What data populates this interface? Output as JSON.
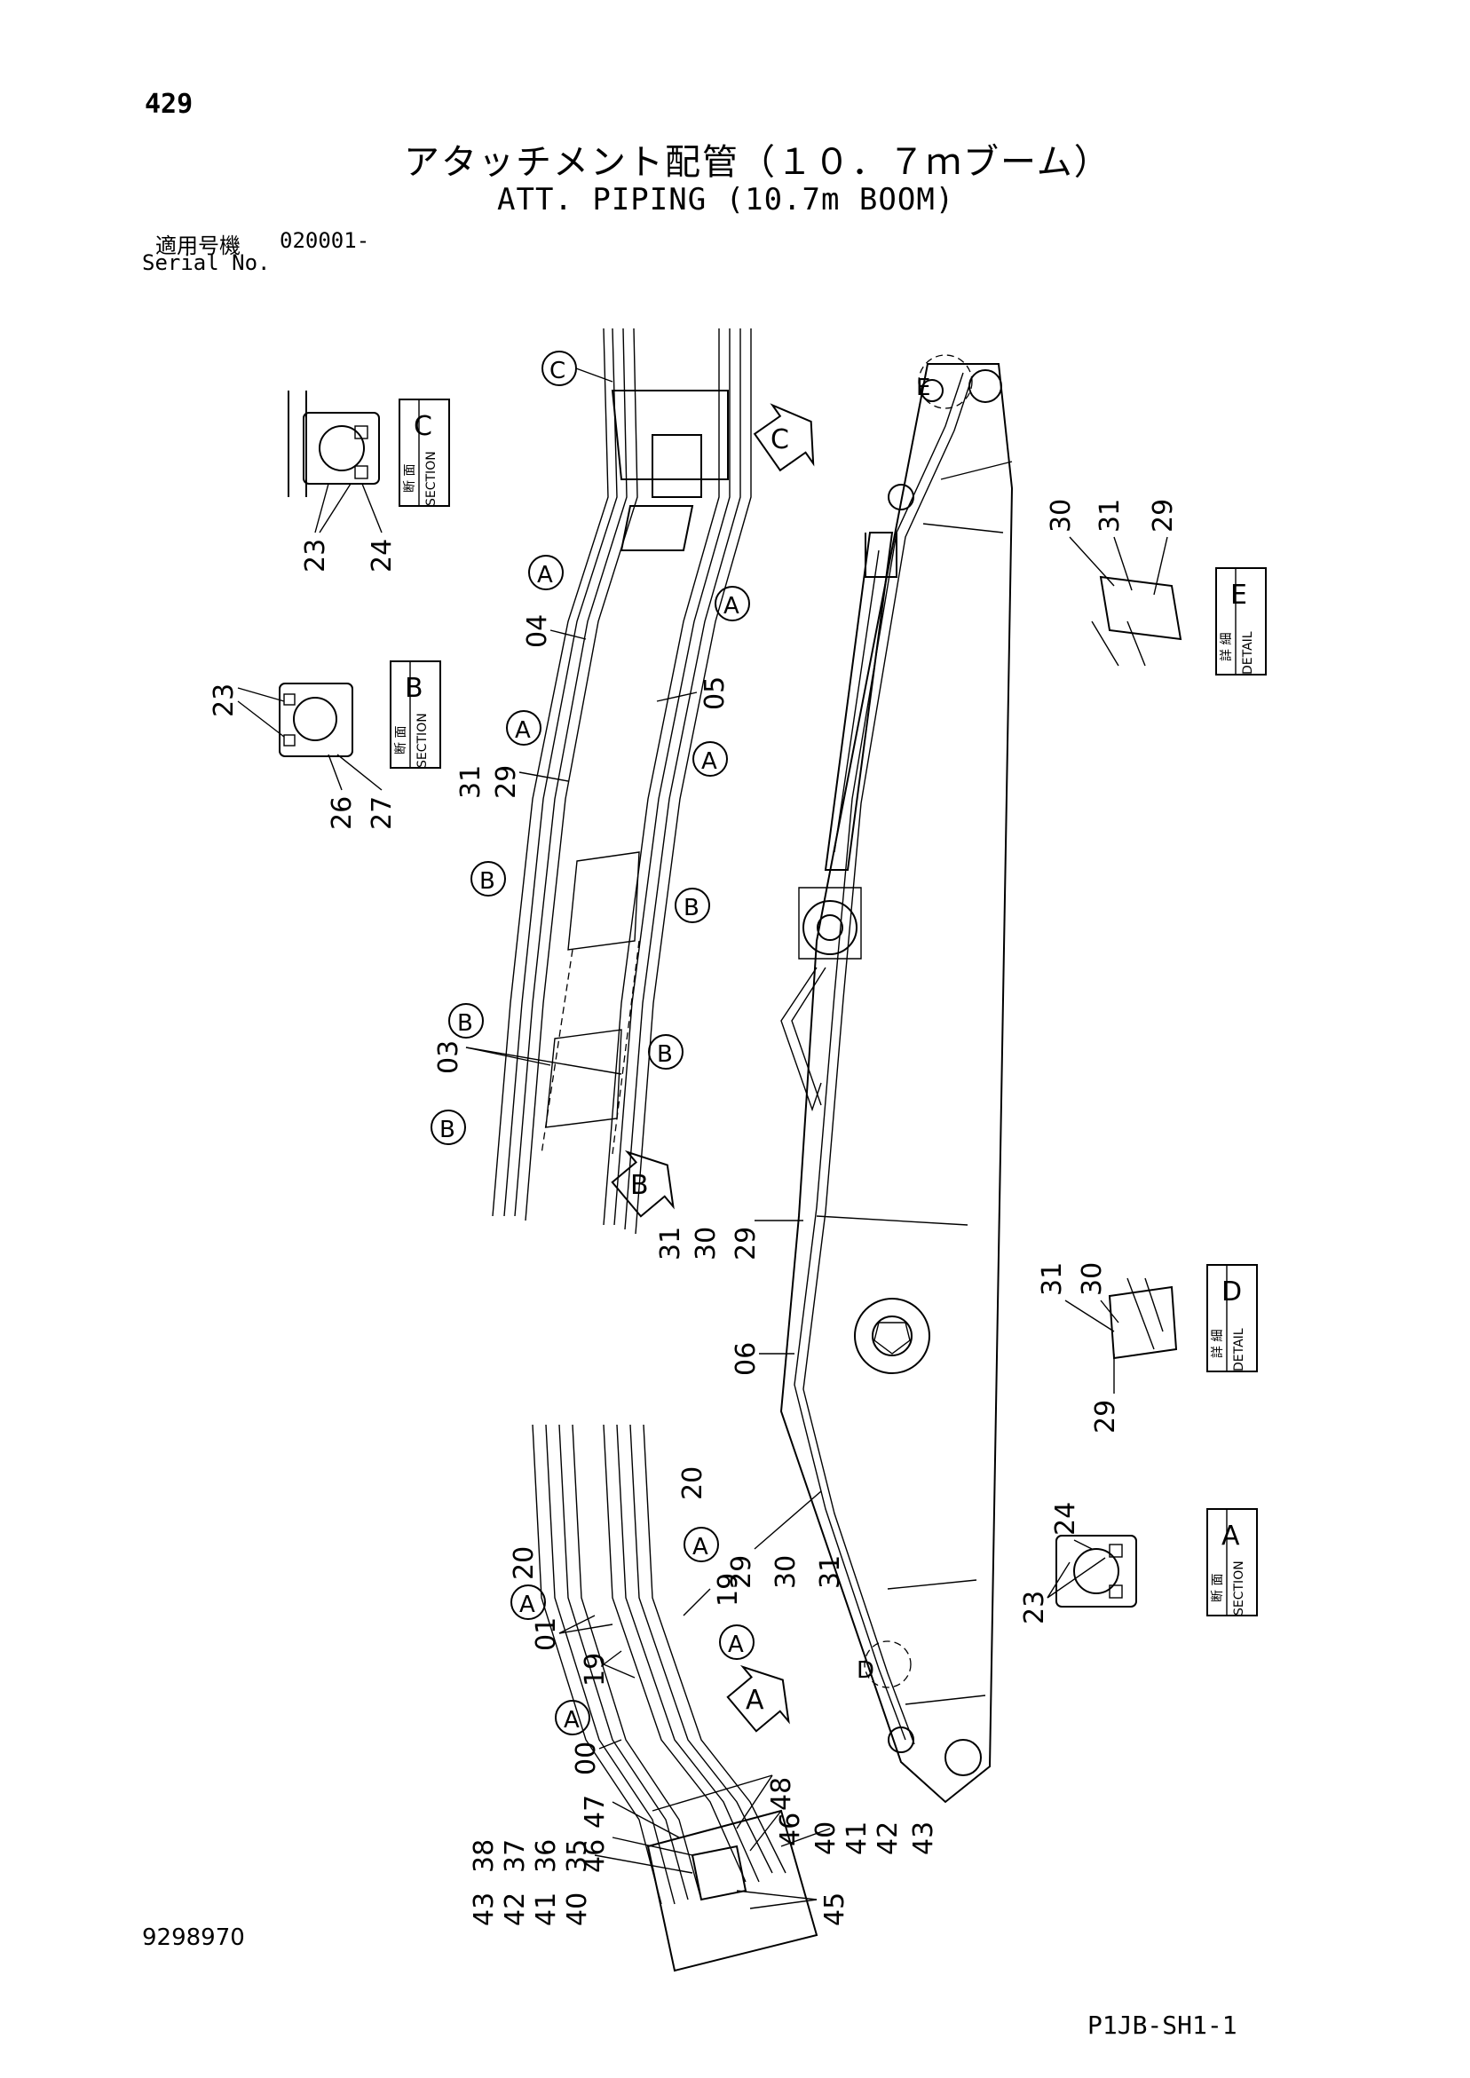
{
  "header": {
    "page_number": "429",
    "title_jp": "アタッチメント配管（１０．７ｍブーム）",
    "title_en": "ATT. PIPING (10.7m BOOM)",
    "serial_label_jp": "適用号機",
    "serial_value": "020001-",
    "serial_label_en": "Serial No."
  },
  "footer": {
    "doc_number": "9298970",
    "sheet_code": "P1JB-SH1-1"
  },
  "views": {
    "section_label_jp": "断 面",
    "section_label_en": "SECTION",
    "detail_label_jp": "詳 細",
    "detail_label_en": "DETAIL",
    "section_c": "C",
    "section_b": "B",
    "section_a": "A",
    "detail_e": "E",
    "detail_d": "D"
  },
  "callouts": {
    "A": "A",
    "B": "B",
    "C": "C",
    "D": "D",
    "E": "E"
  },
  "part_numbers": {
    "p00": "00",
    "p01": "01",
    "p03": "03",
    "p04": "04",
    "p05": "05",
    "p06": "06",
    "p19": "19",
    "p20": "20",
    "p23": "23",
    "p24": "24",
    "p26": "26",
    "p27": "27",
    "p29": "29",
    "p30": "30",
    "p31": "31",
    "p35": "35",
    "p36": "36",
    "p37": "37",
    "p38": "38",
    "p40": "40",
    "p41": "41",
    "p42": "42",
    "p43": "43",
    "p45": "45",
    "p46": "46",
    "p47": "47",
    "p48": "48"
  }
}
